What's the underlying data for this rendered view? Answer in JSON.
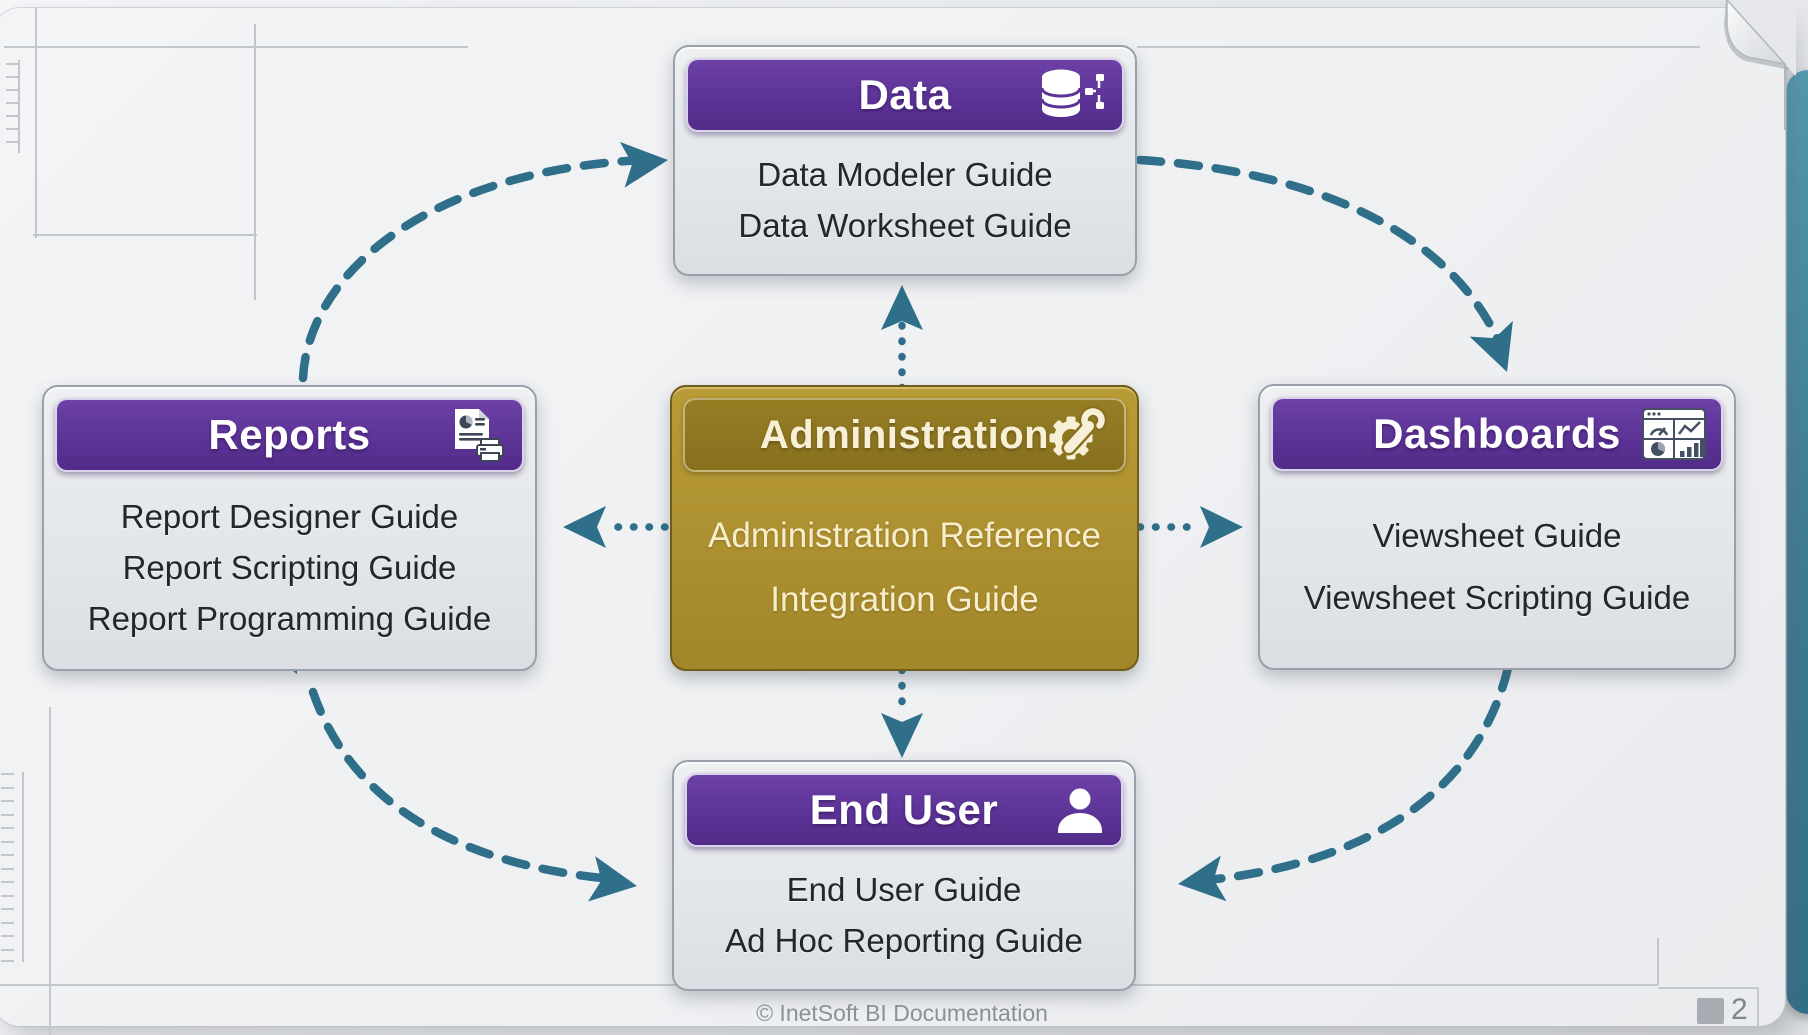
{
  "page": {
    "footer_caption": "© InetSoft BI Documentation",
    "page_number": "2"
  },
  "colors": {
    "header_purple": "#5b3295",
    "admin_gold": "#ad9030",
    "admin_header_gold": "#87701e",
    "arrow_teal": "#2f6f8a",
    "node_body_gray": "#e3e6ea",
    "body_text": "#23262c",
    "admin_text_cream": "#f6edcb"
  },
  "nodes": {
    "data": {
      "title": "Data",
      "icon": "database-schema-icon",
      "items": [
        "Data Modeler Guide",
        "Data Worksheet Guide"
      ]
    },
    "reports": {
      "title": "Reports",
      "icon": "report-printer-icon",
      "items": [
        "Report Designer Guide",
        "Report Scripting Guide",
        "Report Programming Guide"
      ]
    },
    "administration": {
      "title": "Administration",
      "icon": "gear-wrench-icon",
      "items": [
        "Administration Reference",
        "Integration Guide"
      ]
    },
    "dashboards": {
      "title": "Dashboards",
      "icon": "dashboard-grid-icon",
      "items": [
        "Viewsheet Guide",
        "Viewsheet Scripting Guide"
      ]
    },
    "end_user": {
      "title": "End User",
      "icon": "user-icon",
      "items": [
        "End User Guide",
        "Ad Hoc Reporting Guide"
      ]
    }
  },
  "connections": [
    {
      "from": "reports",
      "to": "data",
      "style": "dashed-curve",
      "heads": 1
    },
    {
      "from": "data",
      "to": "dashboards",
      "style": "dashed-curve",
      "heads": 1
    },
    {
      "from": "dashboards",
      "to": "end_user",
      "style": "dashed-curve",
      "heads": 1
    },
    {
      "from": "end_user",
      "to": "reports",
      "style": "dashed-curve",
      "heads": 2
    },
    {
      "from": "administration",
      "to": "data",
      "style": "dotted-line",
      "heads": 1
    },
    {
      "from": "administration",
      "to": "reports",
      "style": "dotted-line",
      "heads": 1
    },
    {
      "from": "administration",
      "to": "dashboards",
      "style": "dotted-line",
      "heads": 1
    },
    {
      "from": "administration",
      "to": "end_user",
      "style": "dotted-line",
      "heads": 1
    }
  ]
}
